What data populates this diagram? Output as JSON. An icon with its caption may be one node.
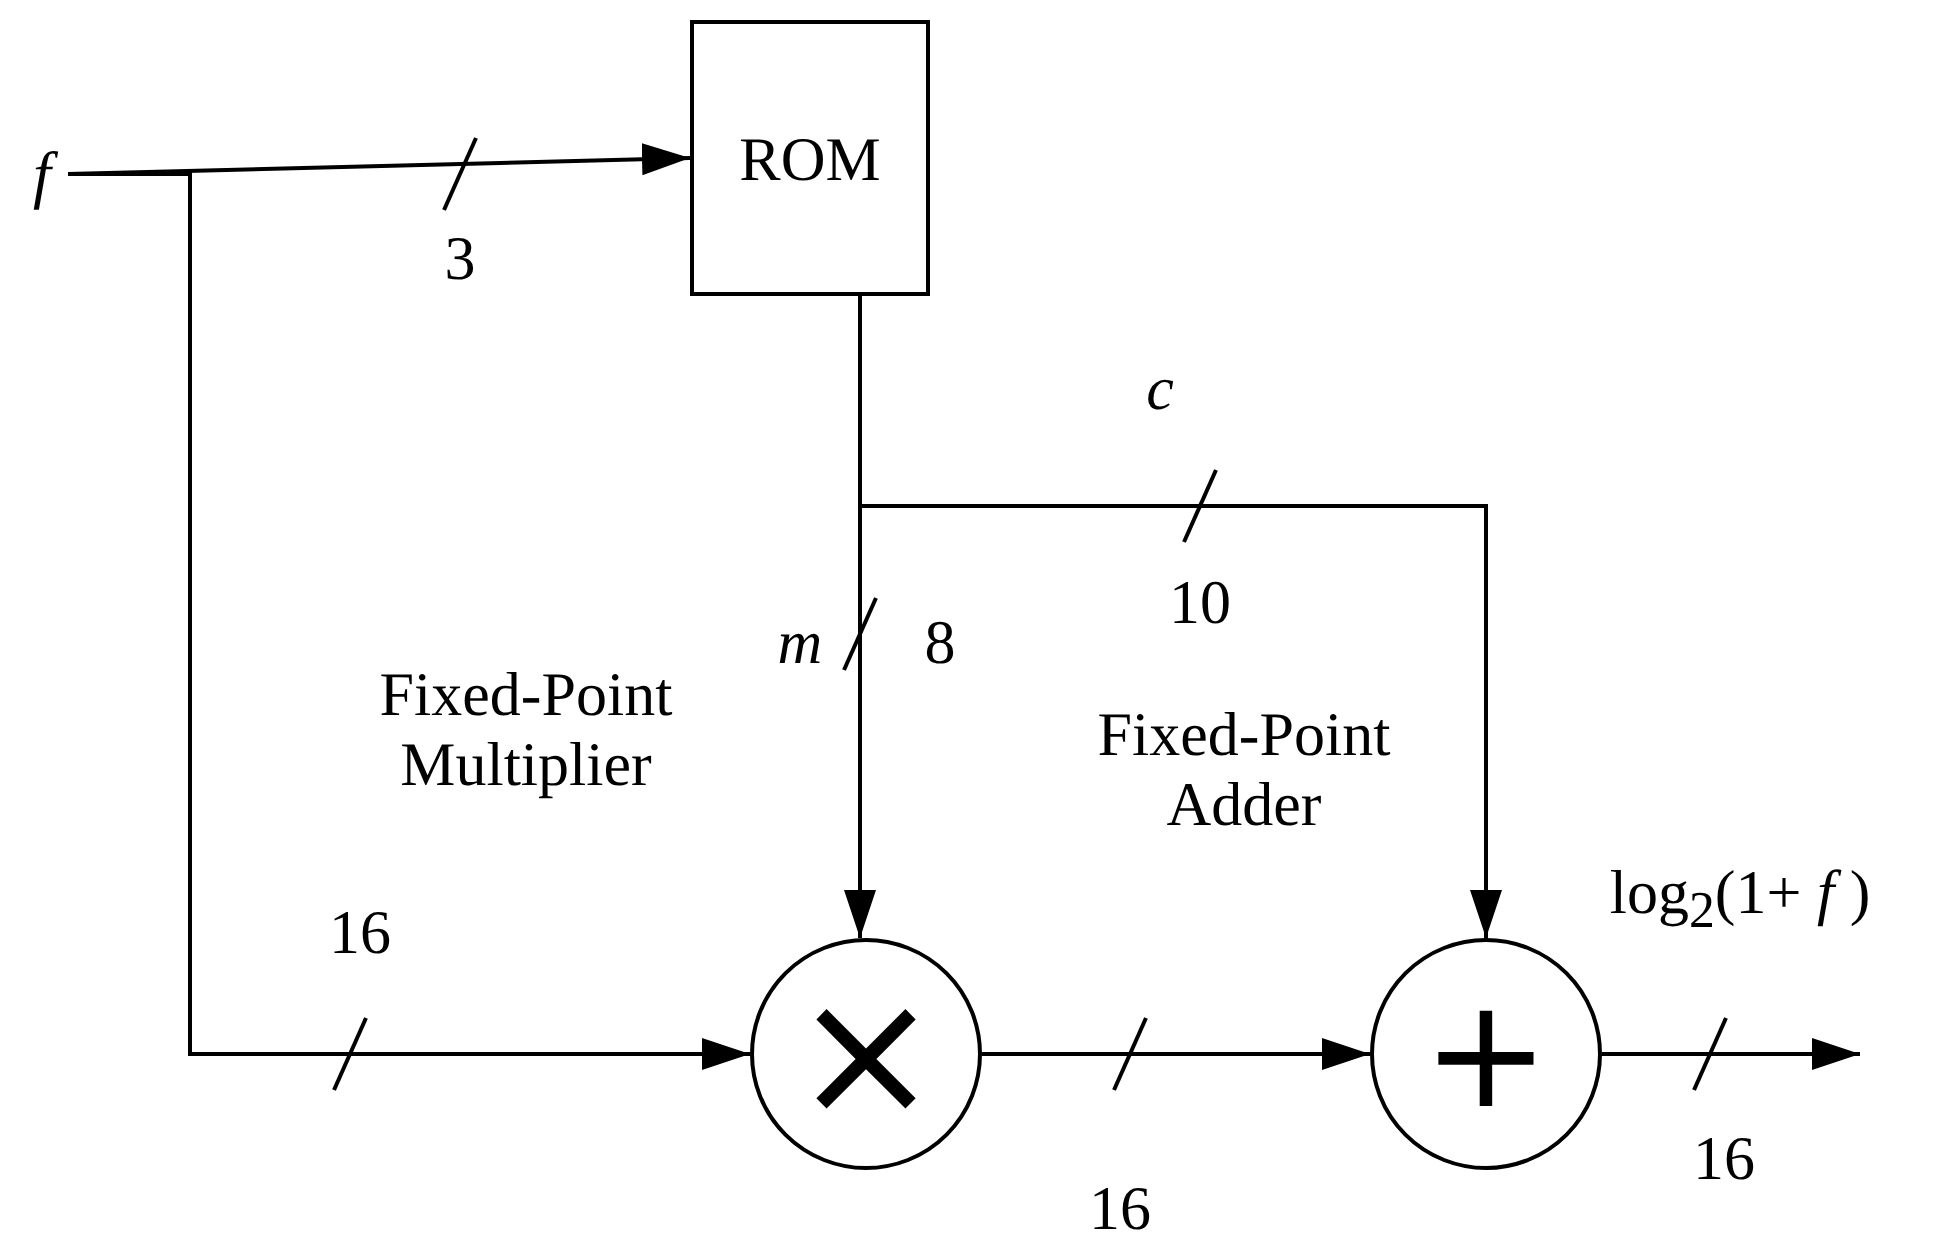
{
  "diagram": {
    "nodes": [
      {
        "text": [
          "*f*"
        ]
      },
      {
        "text": [
          "ROM"
        ]
      },
      {
        "text": [
          "×"
        ],
        "beside": [
          "Fixed-Point Multiplier"
        ]
      },
      {
        "text": [
          "+"
        ],
        "beside": [
          "Fixed-Point Adder"
        ]
      }
    ],
    "edges": [
      {
        "from": 0,
        "to": 1,
        "arrow": "to",
        "label": "3"
      },
      {
        "from": 0,
        "to": 2,
        "arrow": "to",
        "label": "16"
      },
      {
        "from": 1,
        "to": 2,
        "arrow": "to",
        "label": "8"
      },
      {
        "from": 1,
        "to": 3,
        "arrow": "to",
        "label": "10"
      },
      {
        "from": 2,
        "to": 3,
        "arrow": "to",
        "label": "16"
      },
      {
        "from": 3,
        "to": null,
        "arrow": "to",
        "label": "16"
      }
    ],
    "labels": [
      "*c*",
      "*m*",
      "log$_{2}$(1+ *f* )"
    ]
  }
}
